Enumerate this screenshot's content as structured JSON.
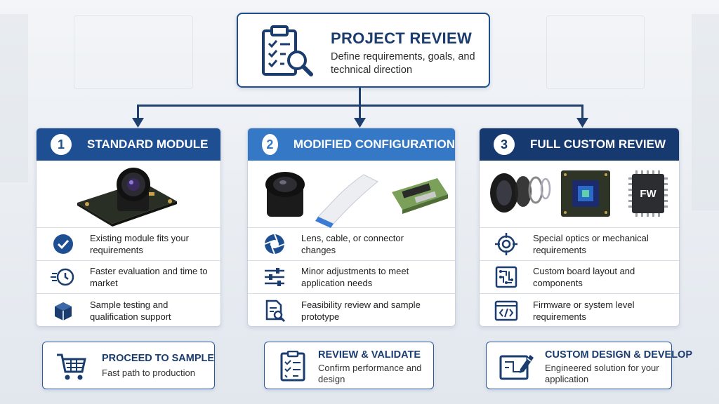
{
  "header": {
    "title": "PROJECT REVIEW",
    "subtitle": "Define requirements, goals, and technical direction",
    "icon": "clipboard-search-icon"
  },
  "columns": [
    {
      "number": "1",
      "title": "STANDARD MODULE",
      "header_color": "#1f4f93",
      "number_color": "#1f4f93",
      "rows": [
        {
          "icon": "checkmark-circle-icon",
          "text": "Existing module fits your requirements"
        },
        {
          "icon": "fast-clock-icon",
          "text": "Faster evaluation and time to market"
        },
        {
          "icon": "package-box-icon",
          "text": "Sample testing and qualification support"
        }
      ],
      "result": {
        "icon": "shopping-cart-icon",
        "title": "PROCEED TO SAMPLE",
        "subtitle": "Fast path to production"
      }
    },
    {
      "number": "2",
      "title": "MODIFIED CONFIGURATION",
      "header_color": "#3478c6",
      "number_color": "#3478c6",
      "rows": [
        {
          "icon": "aperture-icon",
          "text": "Lens, cable, or connector changes"
        },
        {
          "icon": "sliders-icon",
          "text": "Minor adjustments to meet application needs"
        },
        {
          "icon": "document-search-icon",
          "text": "Feasibility review and sample prototype"
        }
      ],
      "result": {
        "icon": "checklist-icon",
        "title": "REVIEW & VALIDATE",
        "subtitle": "Confirm performance and design"
      }
    },
    {
      "number": "3",
      "title": "FULL CUSTOM REVIEW",
      "header_color": "#163a70",
      "number_color": "#163a70",
      "rows": [
        {
          "icon": "crosshair-icon",
          "text": "Special optics or mechanical requirements"
        },
        {
          "icon": "circuit-board-icon",
          "text": "Custom board layout and components"
        },
        {
          "icon": "code-window-icon",
          "text": "Firmware or system level requirements"
        }
      ],
      "chip_label": "FW",
      "result": {
        "icon": "blueprint-pencil-icon",
        "title": "CUSTOM DESIGN & DEVELOP",
        "subtitle": "Engineered solution for your application"
      }
    }
  ],
  "colors": {
    "primary_dark": "#1a3c6e",
    "accent": "#2c5aa0",
    "connector": "#1f3f6e"
  }
}
